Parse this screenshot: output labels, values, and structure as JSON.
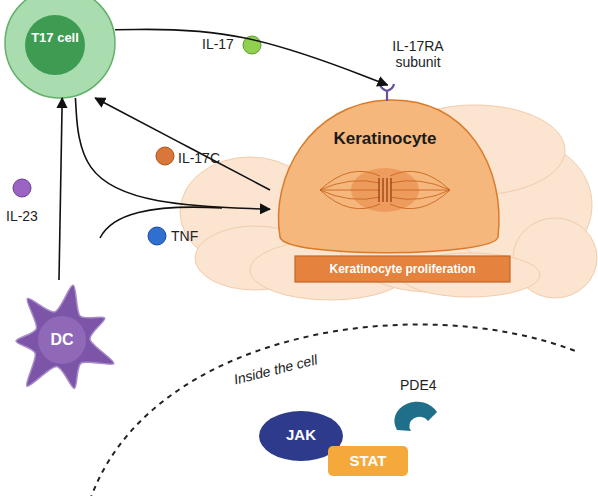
{
  "diagram": {
    "nodes": [
      {
        "text": [
          "T17 cell"
        ]
      },
      {
        "text": [
          "Keratinocyte"
        ]
      },
      {
        "text": [
          "Keratinocyte proliferation"
        ]
      },
      {
        "text": [
          "DC"
        ]
      },
      {
        "text": [
          "JAK"
        ]
      },
      {
        "text": [
          "STAT"
        ]
      }
    ],
    "edges": [
      {
        "from": 0,
        "to": 1,
        "label": "IL-17",
        "arrow": "to"
      },
      {
        "from": 1,
        "to": 0,
        "label": "IL-17C",
        "arrow": "to"
      },
      {
        "from": 0,
        "to": 1,
        "label": "TNF",
        "arrow": "to"
      },
      {
        "from": 3,
        "to": 0,
        "label": "IL-23",
        "arrow": "to"
      }
    ],
    "labels": [
      "IL-17RA subunit",
      "Inside the cell",
      "PDE4"
    ]
  }
}
